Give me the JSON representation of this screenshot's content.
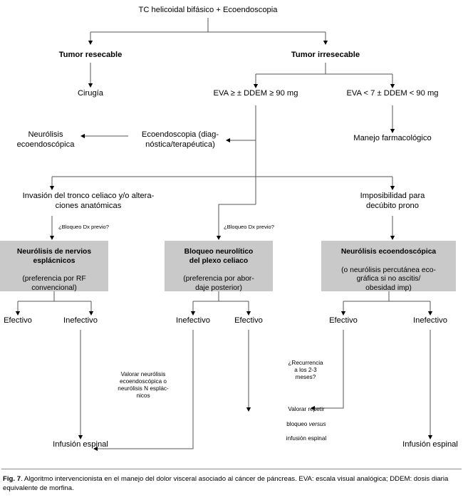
{
  "figure": {
    "number_label": "Fig. 7",
    "caption_text": ". Algoritmo intervencionista en el manejo del dolor visceral asociado al cáncer de páncreas. EVA: escala visual analógica; DDEM: dosis diaria equivalente de morfina."
  },
  "colors": {
    "box_fill": "#c9c9c9",
    "line": "#404040",
    "text": "#000000",
    "rule": "#8c8c8c",
    "background": "#ffffff"
  },
  "nodes": {
    "root": "TC helicoidal bifásico + Ecoendoscopia",
    "resectable": "Tumor resecable",
    "irresectable": "Tumor irresecable",
    "surgery": "Cirugía",
    "eva_high": "EVA ≥ ± DDEM ≥ 90 mg",
    "eva_low": "EVA < 7 ± DDEM < 90 mg",
    "ecoendoscopia": "Ecoendoscopia (diag-\nnóstica/terapéutica)",
    "neurolisis_eco": "Neurólisis\necoendoscópica",
    "manejo_farmacologico": "Manejo farmacológico",
    "invasion_tronco": "Invasión del tronco celiaco y/o altera-\nciones anatómicas",
    "imposibilidad_decubito": "Imposibilidad para\ndecúbito prono",
    "valorar_neurolisis": "Valorar neurólisis\necoendoscópica o\nneurólisis N esplác-\nnicos",
    "recurrencia": "¿Recurrencia\na los 2-3\nmeses?",
    "infusion_espinal_left": "Infusión espinal",
    "infusion_espinal_right": "Infusión espinal"
  },
  "edge_labels": {
    "bloqueo_dx_previo_left": "¿Bloqueo Dx previo?",
    "bloqueo_dx_previo_mid": "¿Bloqueo Dx previo?"
  },
  "valorar_repetir": {
    "line1": "Valorar repetir",
    "line2_pre": "bloqueo ",
    "line2_em": "versus",
    "line3": "infusión espinal"
  },
  "boxes": [
    {
      "id": "neurolisis-nervios-esplacnicos",
      "head": "Neurólisis de nervios\nesplácnicos",
      "body": "(preferencia por RF\nconvencional)"
    },
    {
      "id": "bloqueo-neurolitico-plexo-celiaco",
      "head": "Bloqueo neurolítico\ndel plexo celiaco",
      "body": "(preferencia por abor-\ndaje posterior)"
    },
    {
      "id": "neurolisis-ecoendoscopica",
      "head": "Neurólisis ecoendoscópica",
      "body": "(o neurólisis percutánea eco-\ngráfica si no ascitis/\nobesidad imp)"
    }
  ],
  "outcomes": {
    "left_box": [
      "Efectivo",
      "Inefectivo"
    ],
    "mid_box": [
      "Inefectivo",
      "Efectivo"
    ],
    "right_box": [
      "Efectivo",
      "Inefectivo"
    ]
  }
}
